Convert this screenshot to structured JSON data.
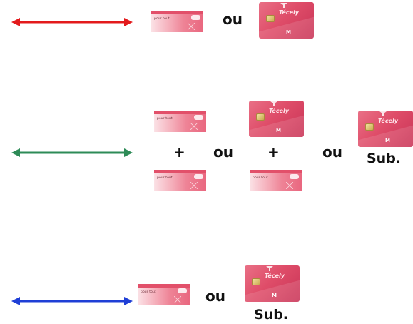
{
  "ticket_text": "pour tout",
  "card_brand": "Técely",
  "card_mark": "M",
  "rows": [
    {
      "arrow_color": "#e31a1c",
      "or_1": "ou"
    },
    {
      "arrow_color": "#2e8b57",
      "plus_1": "+",
      "or_1": "ou",
      "plus_2": "+",
      "or_2": "ou",
      "sub_label": "Sub."
    },
    {
      "arrow_color": "#1f3fd6",
      "or_1": "ou",
      "sub_label": "Sub."
    }
  ]
}
